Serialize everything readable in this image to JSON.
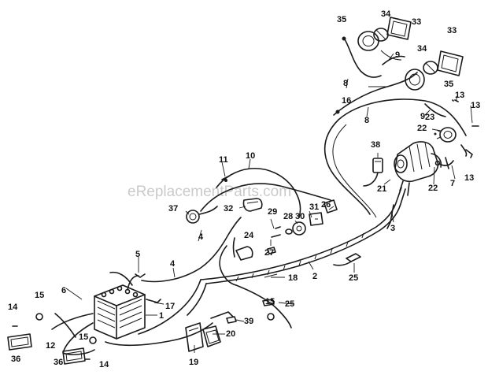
{
  "watermark": "eReplacementParts.com",
  "callouts": [
    "1",
    "2",
    "3",
    "4",
    "4",
    "5",
    "6",
    "7",
    "8",
    "8",
    "9",
    "9",
    "10",
    "11",
    "12",
    "13",
    "13",
    "13",
    "14",
    "14",
    "15",
    "15",
    "15",
    "16",
    "17",
    "18",
    "19",
    "20",
    "21",
    "22",
    "22",
    "23",
    "24",
    "25",
    "25",
    "26",
    "27",
    "28",
    "29",
    "30",
    "31",
    "32",
    "33",
    "33",
    "34",
    "34",
    "35",
    "35",
    "36",
    "36",
    "37",
    "38",
    "39"
  ]
}
